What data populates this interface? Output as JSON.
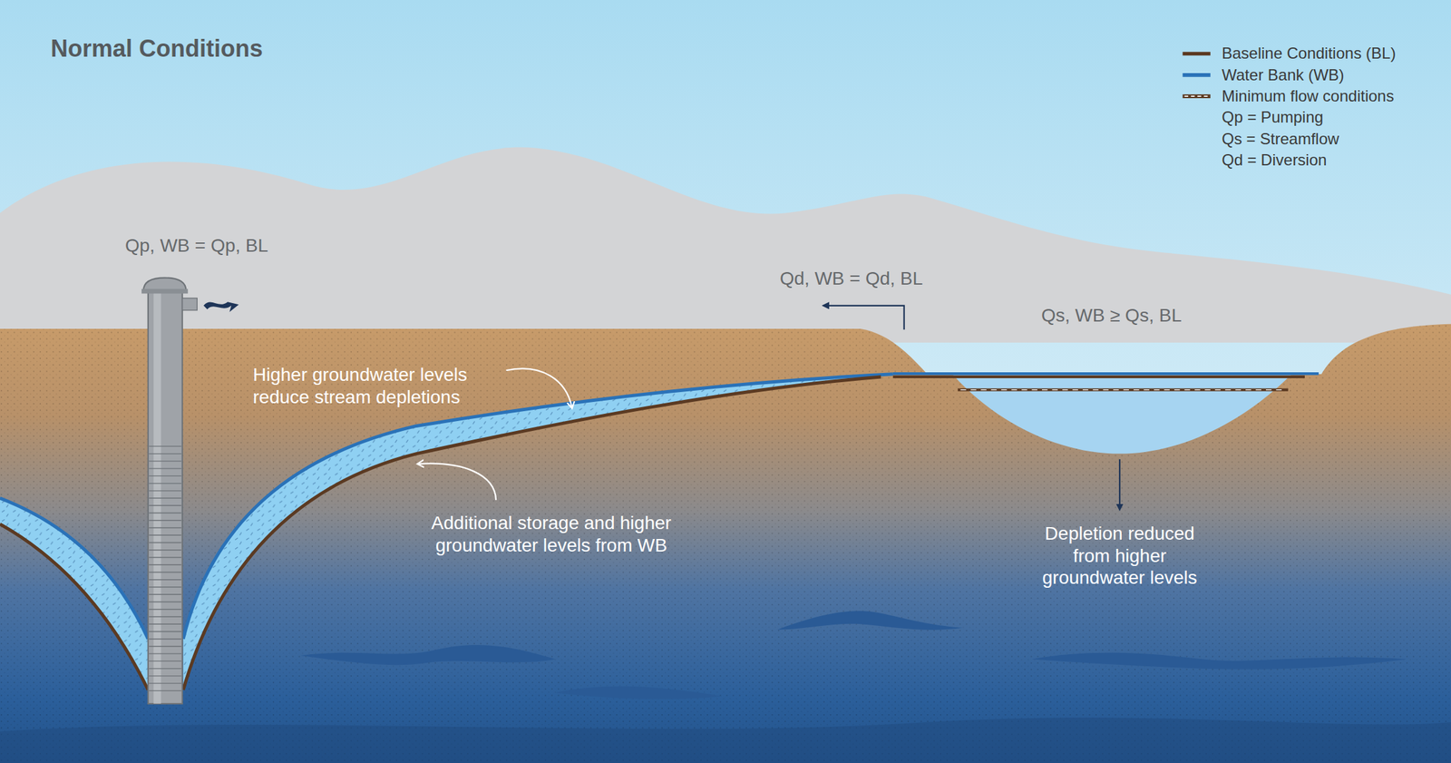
{
  "diagram": {
    "title": "Normal Conditions",
    "labels": [
      "Qp, WB = Qp, BL",
      "Qd, WB = Qd, BL",
      "Qs, WB ≥ Qs, BL",
      "Higher groundwater levels reduce stream depletions",
      "Additional storage and higher groundwater levels from WB",
      "Depletion reduced from higher groundwater levels",
      "Qp = Pumping",
      "Qs = Streamflow",
      "Qd = Diversion"
    ],
    "legend": [
      {
        "text": "Baseline Conditions (BL)"
      },
      {
        "text": "Water Bank (WB)"
      },
      {
        "text": "Minimum flow conditions"
      }
    ]
  }
}
